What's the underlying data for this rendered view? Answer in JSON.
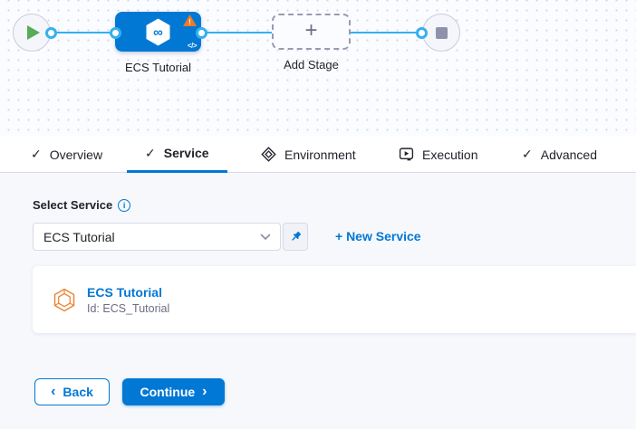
{
  "canvas": {
    "stage_label": "ECS Tutorial",
    "add_stage_label": "Add Stage"
  },
  "tabs": [
    {
      "label": "Overview",
      "icon": "check-icon",
      "active": false
    },
    {
      "label": "Service",
      "icon": "check-icon",
      "active": true
    },
    {
      "label": "Environment",
      "icon": "environment-layers-icon",
      "active": false
    },
    {
      "label": "Execution",
      "icon": "execution-play-icon",
      "active": false
    },
    {
      "label": "Advanced",
      "icon": "check-icon",
      "active": false
    }
  ],
  "service_panel": {
    "select_label": "Select Service",
    "selected_service": "ECS Tutorial",
    "new_service_label": "+ New Service",
    "card": {
      "title": "ECS Tutorial",
      "id": "Id: ECS_Tutorial"
    }
  },
  "footer": {
    "back_label": "Back",
    "continue_label": "Continue"
  },
  "icons": {
    "check": "✓",
    "plus": "+",
    "infinity": "∞",
    "code": "</>",
    "warning_mark": "!",
    "info_mark": "i",
    "chevron_left": "‹",
    "chevron_right": "›"
  },
  "colors": {
    "primary_blue": "#0278d5",
    "edge_blue": "#34b1ef",
    "warning_orange": "#f07a22",
    "service_icon_orange": "#ee8538",
    "success_green": "#57ab5a",
    "text_dark": "#22222a",
    "text_muted": "#6b6d85",
    "content_bg": "#f6f8fc",
    "canvas_bg": "#fbfcff"
  }
}
